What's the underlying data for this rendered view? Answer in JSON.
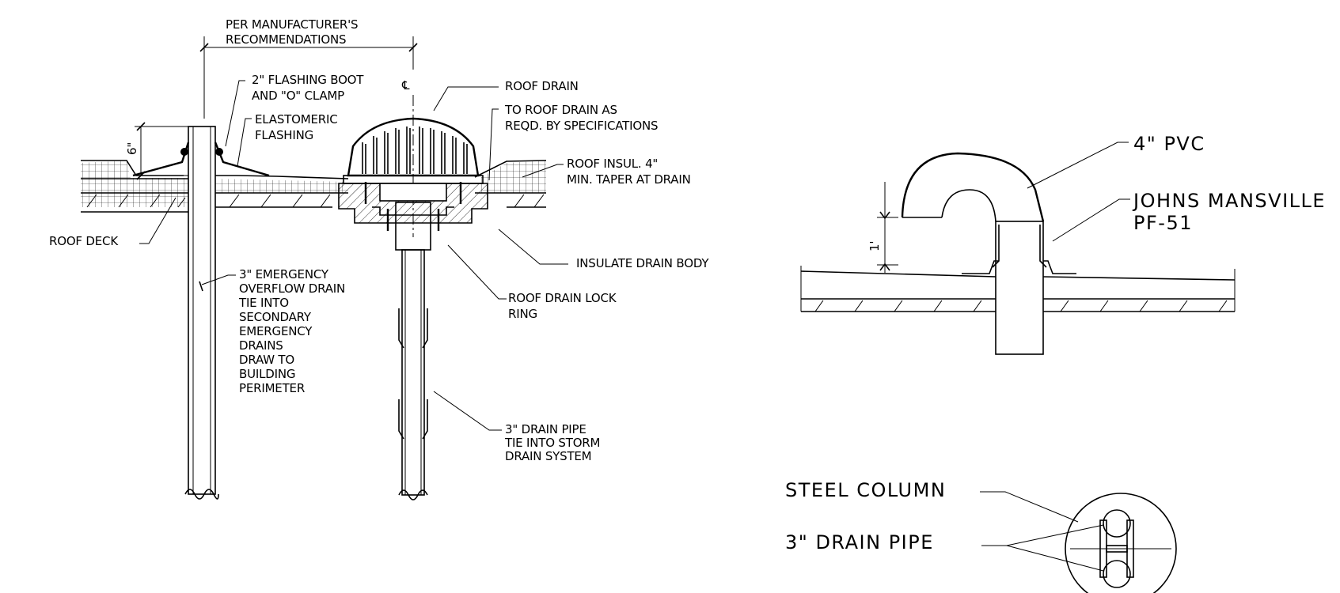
{
  "detail_left": {
    "dimension_label_line1": "PER MANUFACTURER'S",
    "dimension_label_line2": "RECOMMENDATIONS",
    "centerline_symbol": "℄",
    "height_label": "6\"",
    "flashing_boot_line1": "2\" FLASHING BOOT",
    "flashing_boot_line2": "AND \"O\" CLAMP",
    "elastomeric_line1": "ELASTOMERIC",
    "elastomeric_line2": "FLASHING",
    "roof_deck": "ROOF DECK",
    "overflow_lines": [
      "3\" EMERGENCY",
      "OVERFLOW DRAIN",
      "TIE INTO",
      "SECONDARY",
      "EMERGENCY",
      "DRAINS",
      "DRAW TO",
      "BUILDING",
      "PERIMETER"
    ],
    "roof_drain": "ROOF DRAIN",
    "to_roof_drain_line1": "TO ROOF DRAIN AS",
    "to_roof_drain_line2": "REQD. BY SPECIFICATIONS",
    "roof_insul_line1": "ROOF INSUL. 4\"",
    "roof_insul_line2": "MIN. TAPER AT DRAIN",
    "insulate_drain_body": "INSULATE DRAIN BODY",
    "lock_ring_line1": "ROOF DRAIN LOCK",
    "lock_ring_line2": "RING",
    "drain_pipe_line1": "3\" DRAIN PIPE",
    "drain_pipe_line2": "TIE INTO STORM",
    "drain_pipe_line3": "DRAIN SYSTEM"
  },
  "detail_right_top": {
    "pvc_label": "4\" PVC",
    "jm_line1": "JOHNS MANSVILLE",
    "jm_line2": "PF-51",
    "height_label": "1'"
  },
  "detail_right_bottom": {
    "steel_column": "STEEL COLUMN",
    "drain_pipe": "3\" DRAIN PIPE"
  }
}
